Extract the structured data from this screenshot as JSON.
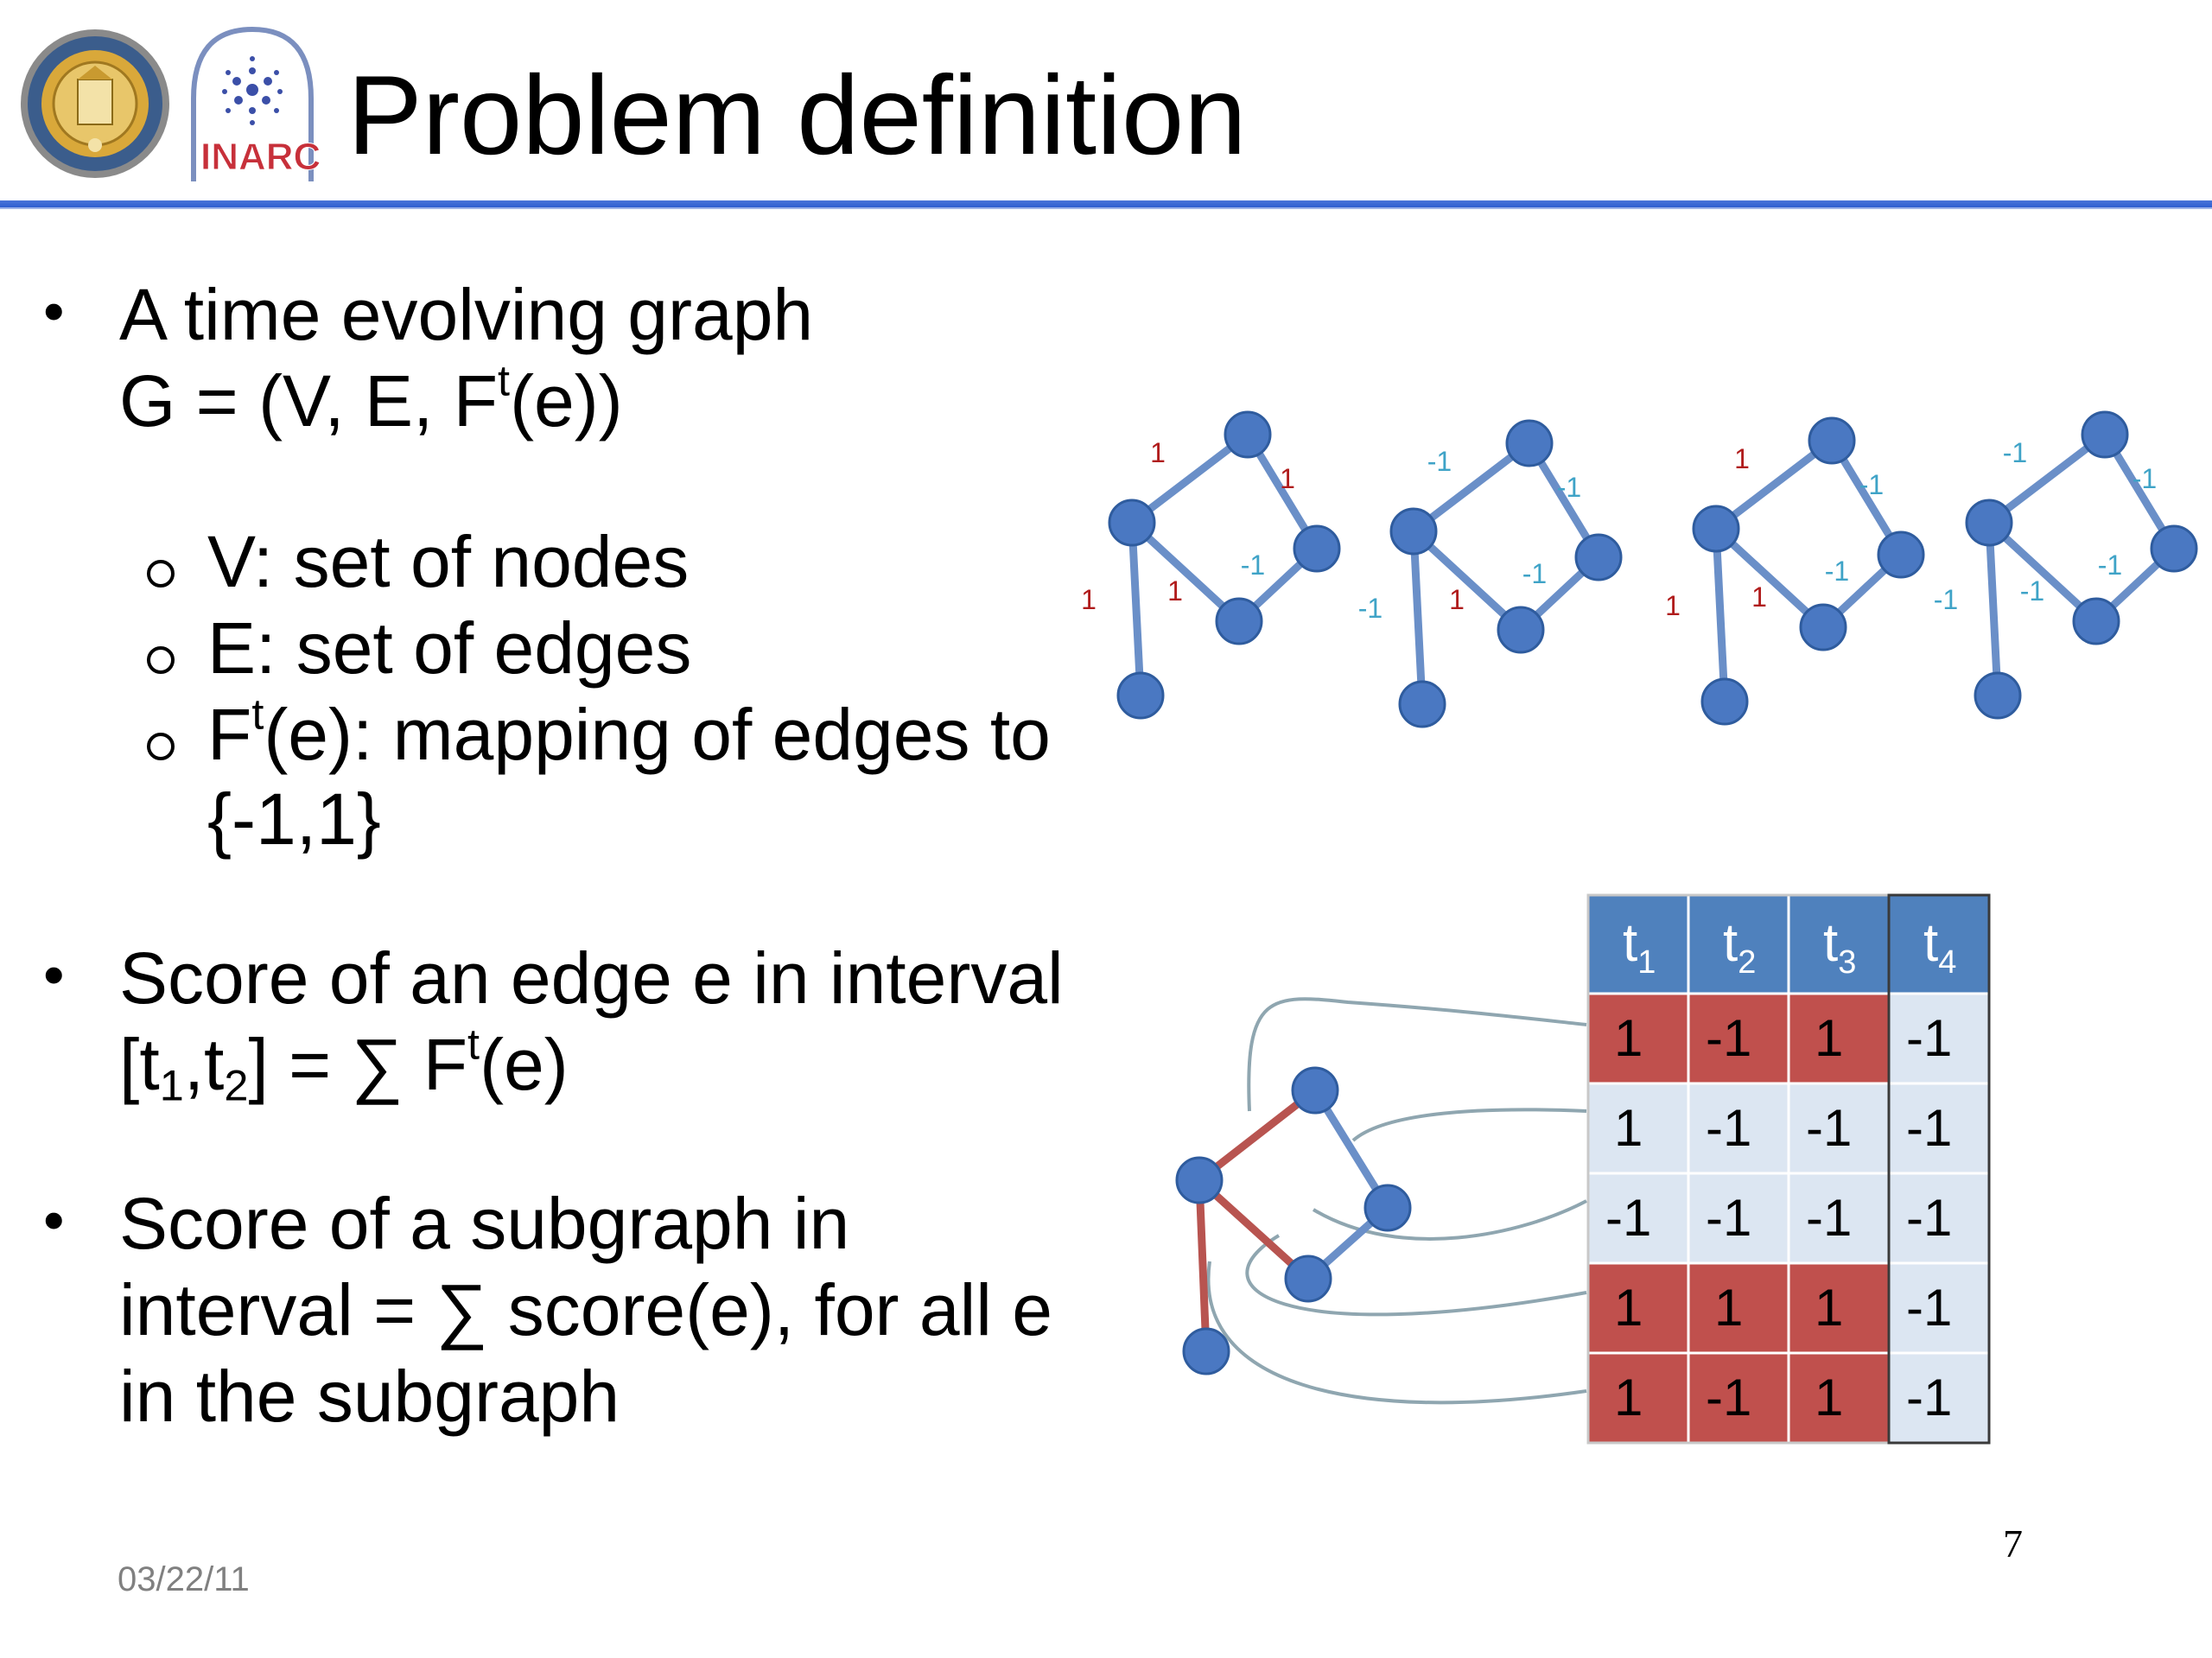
{
  "slide": {
    "title": "Problem definition",
    "logos": {
      "left_seal": "university-seal",
      "right_logo_text": "INARC"
    },
    "bullets": [
      {
        "line1": "A time evolving graph",
        "line2": {
          "pre": "G = (V, E, F",
          "sup": "t",
          "post": "(e))"
        },
        "subitems": [
          {
            "text": "V: set of nodes"
          },
          {
            "text": "E: set of edges"
          },
          {
            "pre": "F",
            "sup": "t",
            "post": "(e): mapping of edges to",
            "line2": "{-1,1}"
          }
        ]
      },
      {
        "line1": "Score of an edge e in interval",
        "line2": {
          "a": "[t",
          "s1": "1",
          "b": ",t",
          "s2": "2",
          "c": "] = ∑ F",
          "sup": "t",
          "d": "(e)"
        }
      },
      {
        "line1": "Score of a subgraph in",
        "line2": "interval = ∑ score(e), for all e",
        "line3": "in the subgraph"
      }
    ],
    "date": "03/22/11",
    "page_number": "7"
  },
  "graphs": {
    "edge_order": [
      "top-left",
      "top-right",
      "left-bottom",
      "right-mid",
      "left-inner",
      "inner-mid"
    ],
    "snapshots": [
      {
        "labels": [
          "1",
          "1",
          "1",
          "-1",
          "1"
        ]
      },
      {
        "labels": [
          "-1",
          "-1",
          "-1",
          "-1",
          "1"
        ]
      },
      {
        "labels": [
          "1",
          "-1",
          "1",
          "-1",
          "1"
        ]
      },
      {
        "labels": [
          "-1",
          "-1",
          "-1",
          "-1",
          "-1"
        ]
      }
    ]
  },
  "table": {
    "headers": [
      {
        "base": "t",
        "sub": "1"
      },
      {
        "base": "t",
        "sub": "2"
      },
      {
        "base": "t",
        "sub": "3"
      },
      {
        "base": "t",
        "sub": "4"
      }
    ],
    "rows": [
      [
        "1",
        "-1",
        "1",
        "-1"
      ],
      [
        "1",
        "-1",
        "-1",
        "-1"
      ],
      [
        "-1",
        "-1",
        "-1",
        "-1"
      ],
      [
        "1",
        "1",
        "1",
        "-1"
      ],
      [
        "1",
        "-1",
        "1",
        "-1"
      ]
    ],
    "highlighted": [
      [
        true,
        true,
        true,
        false
      ],
      [
        false,
        false,
        false,
        false
      ],
      [
        false,
        false,
        false,
        false
      ],
      [
        true,
        true,
        true,
        false
      ],
      [
        true,
        true,
        true,
        false
      ]
    ]
  },
  "colors": {
    "accent_rule": "#3a66d4",
    "node": "#4a78c2",
    "edge": "#6a8fc8",
    "label_positive": "#b01c1c",
    "label_negative": "#3fa3c7",
    "cell_red": "#c0504d",
    "cell_light": "#dce6f2",
    "header_blue": "#4f81bd",
    "subgraph_edge": "#b85450"
  }
}
